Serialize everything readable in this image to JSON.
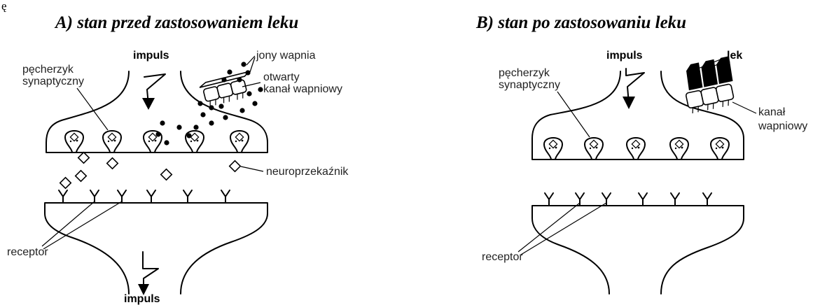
{
  "header_fragment": "ę",
  "panel_a": {
    "title": "A) stan przed zastosowaniem leku",
    "impuls_top": "impuls",
    "impuls_bottom": "impuls",
    "jony_wapnia": "jony wapnia",
    "kanal_line1": "otwarty",
    "kanal_line2": "kanał wapniowy",
    "pecherzyk_line1": "pęcherzyk",
    "pecherzyk_line2": "synaptyczny",
    "neuroprzekaznik": "neuroprzekaźnik",
    "receptor": "receptor"
  },
  "panel_b": {
    "title": "B) stan po zastosowaniu leku",
    "impuls_top": "impuls",
    "lek": "lek",
    "pecherzyk_line1": "pęcherzyk",
    "pecherzyk_line2": "synaptyczny",
    "kanal_line1": "kanał",
    "kanal_line2": "wapniowy",
    "receptor": "receptor"
  },
  "colors": {
    "ink": "#000000",
    "background": "#ffffff"
  }
}
